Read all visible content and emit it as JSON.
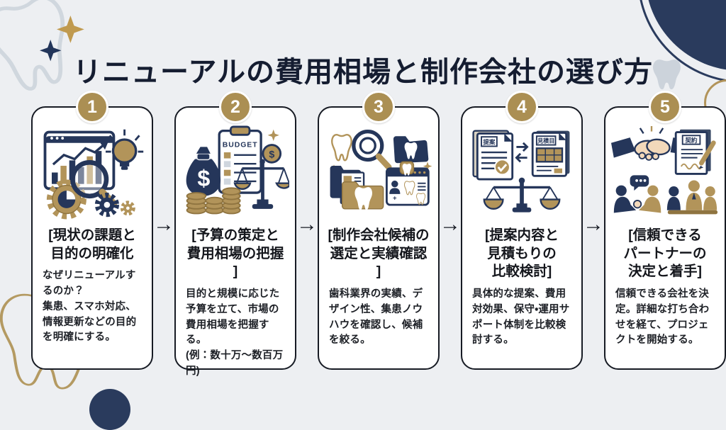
{
  "header": {
    "title": "リニューアルの費用相場と制作会社の選び方"
  },
  "colors": {
    "background": "#edeff2",
    "navy": "#2a3b5d",
    "gold": "#b2945a",
    "card_border": "#171b24",
    "card_bg": "#ffffff",
    "number_circle": "#ab8f53"
  },
  "arrow_glyph": "→",
  "steps": [
    {
      "number": "1",
      "icon": "chart-analysis-icon",
      "title": "[現状の課題と\n目的の明確化",
      "description": "なぜリニューアルするのか？\n集患、スマホ対応、情報更新などの目的を明確にする。"
    },
    {
      "number": "2",
      "icon": "budget-scale-icon",
      "icon_text": "BUDGET",
      "title": "[予算の策定と\n費用相場の把握\n]",
      "description": "目的と規模に応じた予算を立て、市場の費用相場を把握する。\n(例：数十万～数百万円)"
    },
    {
      "number": "3",
      "icon": "search-portfolio-icon",
      "title": "[制作会社候補の\n選定と実績確認\n]",
      "description": "歯科業界の実績、デザイン性、集患ノウハウを確認し、候補を絞る。"
    },
    {
      "number": "4",
      "icon": "proposal-estimate-scale-icon",
      "icon_text_left": "提案",
      "icon_text_right": "見積目",
      "title": "[提案内容と\n見積もりの\n比較検討]",
      "description": "具体的な提案、費用対効果、保守・運用サポート体制を比較検討する。"
    },
    {
      "number": "5",
      "icon": "handshake-contract-icon",
      "icon_text": "契約",
      "title": "[信頼できる\nパートナーの\n決定と着手]",
      "description": "信頼できる会社を決定。詳細な打ち合わせを経て、プロジェクトを開始する。"
    }
  ]
}
